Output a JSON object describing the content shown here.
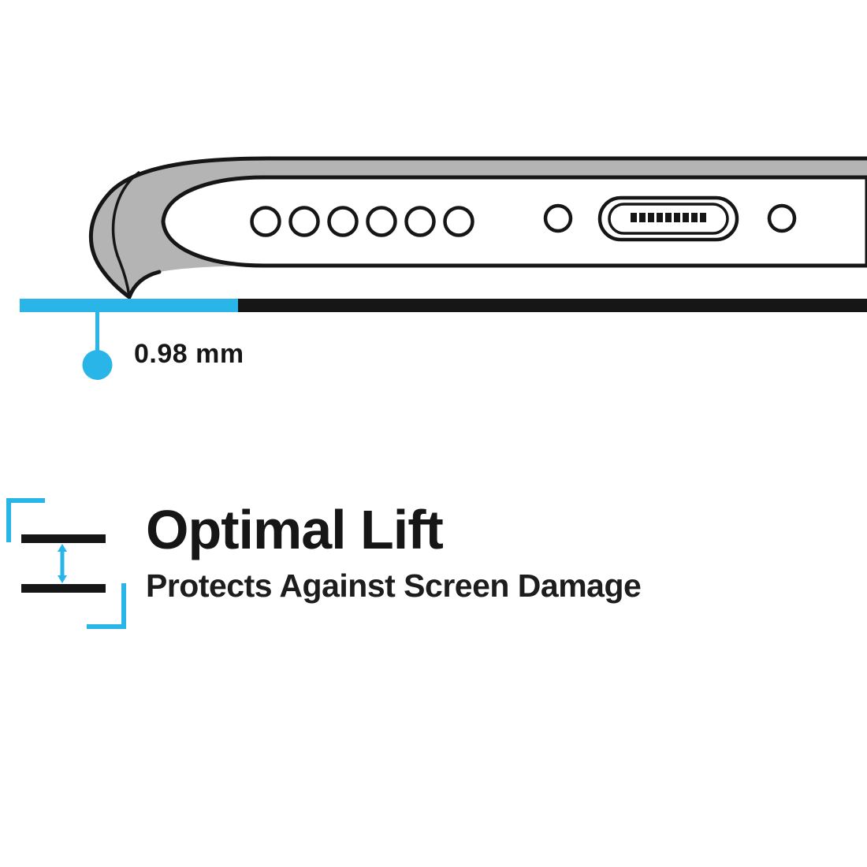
{
  "colors": {
    "accent": "#2ab5e8",
    "ink": "#161616",
    "case": "#b4b4b4"
  },
  "measurement": {
    "label": "0.98 mm"
  },
  "feature": {
    "title": "Optimal Lift",
    "subtitle": "Protects Against Screen Damage"
  },
  "icons": [
    "lift-gap-icon",
    "double-arrow-icon"
  ]
}
